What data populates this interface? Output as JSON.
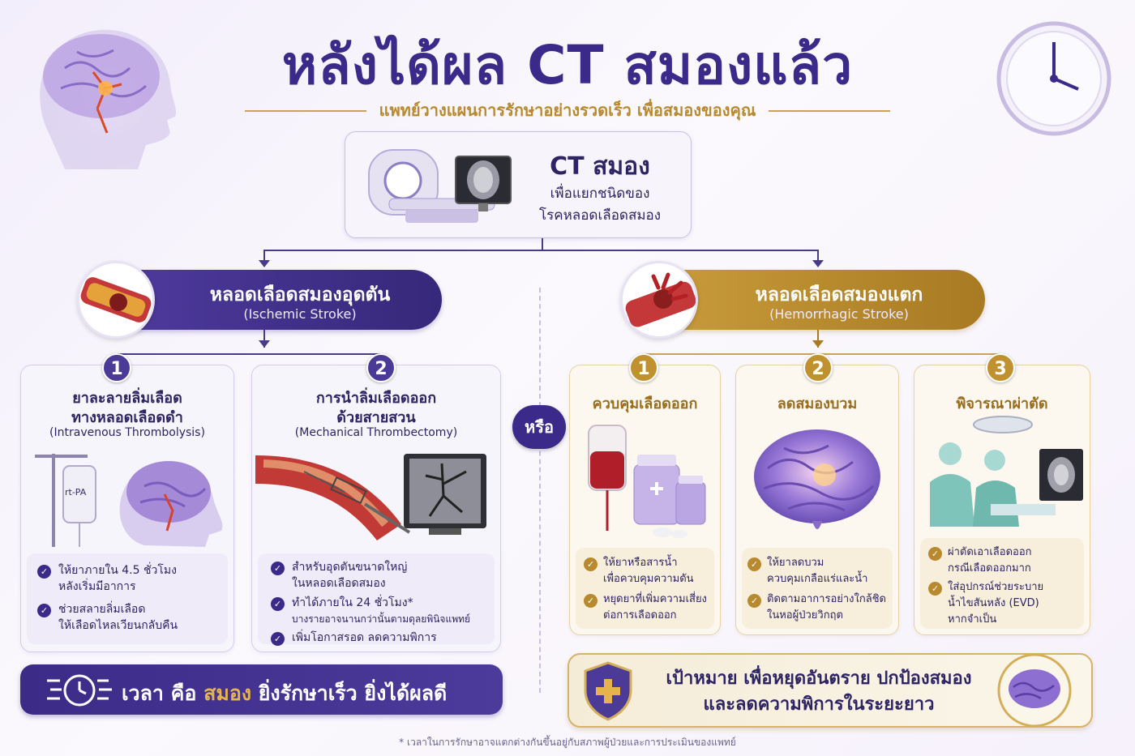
{
  "header": {
    "title": "หลังได้ผล CT สมองแล้ว",
    "subtitle": "แพทย์วางแผนการรักษาอย่างรวดเร็ว เพื่อสมองของคุณ"
  },
  "ct": {
    "title": "CT สมอง",
    "desc_line1": "เพื่อแยกชนิดของ",
    "desc_line2": "โรคหลอดเลือดสมอง"
  },
  "or_label": "หรือ",
  "ischemic": {
    "title": "หลอดเลือดสมองอุดตัน",
    "subtitle": "(Ischemic Stroke)",
    "cards": [
      {
        "num": "1",
        "title_line1": "ยาละลายลิ่มเลือด",
        "title_line2": "ทางหลอดเลือดดำ",
        "subtitle": "(Intravenous Thrombolysis)",
        "iv_label": "rt-PA",
        "bullets": [
          {
            "line1": "ให้ยาภายใน 4.5 ชั่วโมง",
            "line2": "หลังเริ่มมีอาการ"
          },
          {
            "line1": "ช่วยสลายลิ่มเลือด",
            "line2": "ให้เลือดไหลเวียนกลับคืน"
          }
        ]
      },
      {
        "num": "2",
        "title_line1": "การนำลิ่มเลือดออก",
        "title_line2": "ด้วยสายสวน",
        "subtitle": "(Mechanical Thrombectomy)",
        "bullets": [
          {
            "line1": "สำหรับอุดตันขนาดใหญ่",
            "line2": "ในหลอดเลือดสมอง"
          },
          {
            "line1": "ทำได้ภายใน 24 ชั่วโมง*",
            "line2": "บางรายอาจนานกว่านั้นตามดุลยพินิจแพทย์"
          },
          {
            "line1": "เพิ่มโอกาสรอด ลดความพิการ",
            "line2": ""
          }
        ]
      }
    ]
  },
  "hemorrhagic": {
    "title": "หลอดเลือดสมองแตก",
    "subtitle": "(Hemorrhagic Stroke)",
    "cards": [
      {
        "num": "1",
        "title": "ควบคุมเลือดออก",
        "bullets": [
          {
            "line1": "ให้ยาหรือสารน้ำ",
            "line2": "เพื่อควบคุมความดัน"
          },
          {
            "line1": "หยุดยาที่เพิ่มความเสี่ยง",
            "line2": "ต่อการเลือดออก"
          }
        ]
      },
      {
        "num": "2",
        "title": "ลดสมองบวม",
        "bullets": [
          {
            "line1": "ให้ยาลดบวม",
            "line2": "ควบคุมเกลือแร่และน้ำ"
          },
          {
            "line1": "ติดตามอาการอย่างใกล้ชิด",
            "line2": "ในหอผู้ป่วยวิกฤต"
          }
        ]
      },
      {
        "num": "3",
        "title": "พิจารณาผ่าตัด",
        "bullets": [
          {
            "line1": "ผ่าตัดเอาเลือดออก",
            "line2": "กรณีเลือดออกมาก"
          },
          {
            "line1": "ใส่อุปกรณ์ช่วยระบาย",
            "line2": "น้ำไขสันหลัง (EVD)",
            "line3": "หากจำเป็น"
          }
        ]
      }
    ]
  },
  "bottom_left": {
    "part1": "เวลา คือ ",
    "highlight": "สมอง",
    "part2": " ยิ่งรักษาเร็ว ยิ่งได้ผลดี"
  },
  "bottom_right": {
    "line1": "เป้าหมาย เพื่อหยุดอันตราย ปกป้องสมอง",
    "line2": "และลดความพิการในระยะยาว"
  },
  "footnote": "* เวลาในการรักษาอาจแตกต่างกันขึ้นอยู่กับสภาพผู้ป่วยและการประเมินของแพทย์",
  "colors": {
    "purple": "#3b2a8a",
    "gold": "#b8892e",
    "red": "#c0302b"
  }
}
